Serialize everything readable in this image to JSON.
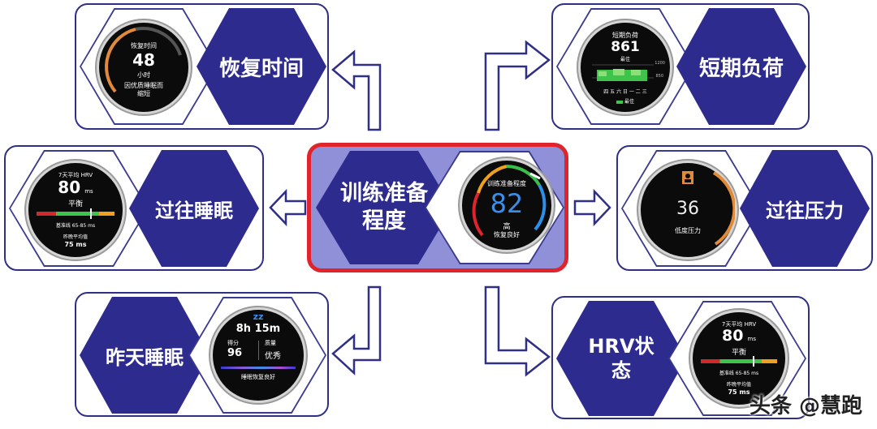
{
  "center": {
    "title": "训练准备\n程度",
    "watch": {
      "label": "训练准备程度",
      "value": "82",
      "level": "高",
      "status": "恢复良好"
    }
  },
  "recovery_time": {
    "title": "恢复时间",
    "watch": {
      "label": "恢复时间",
      "value": "48",
      "unit": "小时",
      "note": "因优质睡眠而\n缩短"
    }
  },
  "acute_load": {
    "title": "短期负荷",
    "watch": {
      "label": "短期负荷",
      "value": "861",
      "sub": "最佳",
      "tick_high": "1200",
      "tick_low": "850",
      "days": "四 五 六 日 一 二 三",
      "legend": "最佳"
    }
  },
  "past_sleep": {
    "title": "过往睡眠",
    "watch": {
      "label": "7天平均 HRV",
      "value": "80",
      "unit": "ms",
      "status": "平衡",
      "baseline": "基准线 65-85 ms",
      "last_night_label": "昨晚平均值",
      "last_night_value": "75 ms"
    }
  },
  "past_stress": {
    "title": "过往压力",
    "watch": {
      "value": "36",
      "label": "低度压力"
    }
  },
  "last_sleep": {
    "title": "昨天睡眠",
    "watch": {
      "zz": "zz",
      "duration": "8h 15m",
      "score_label": "得分",
      "score": "96",
      "quality_label": "质量",
      "quality": "优秀",
      "status": "睡眠恢复良好"
    }
  },
  "hrv_status": {
    "title": "HRV状\n态",
    "watch": {
      "label": "7天平均 HRV",
      "value": "80",
      "unit": "ms",
      "status": "平衡",
      "baseline": "基准线 65-85 ms",
      "last_night_label": "昨晚平均值",
      "last_night_value": "75 ms"
    }
  },
  "watermark": "头条 @慧跑",
  "colors": {
    "hex": "#2e2b8e",
    "border": "#2f2f86",
    "highlight": "#e0242b",
    "center_bg": "#8f90d8"
  }
}
